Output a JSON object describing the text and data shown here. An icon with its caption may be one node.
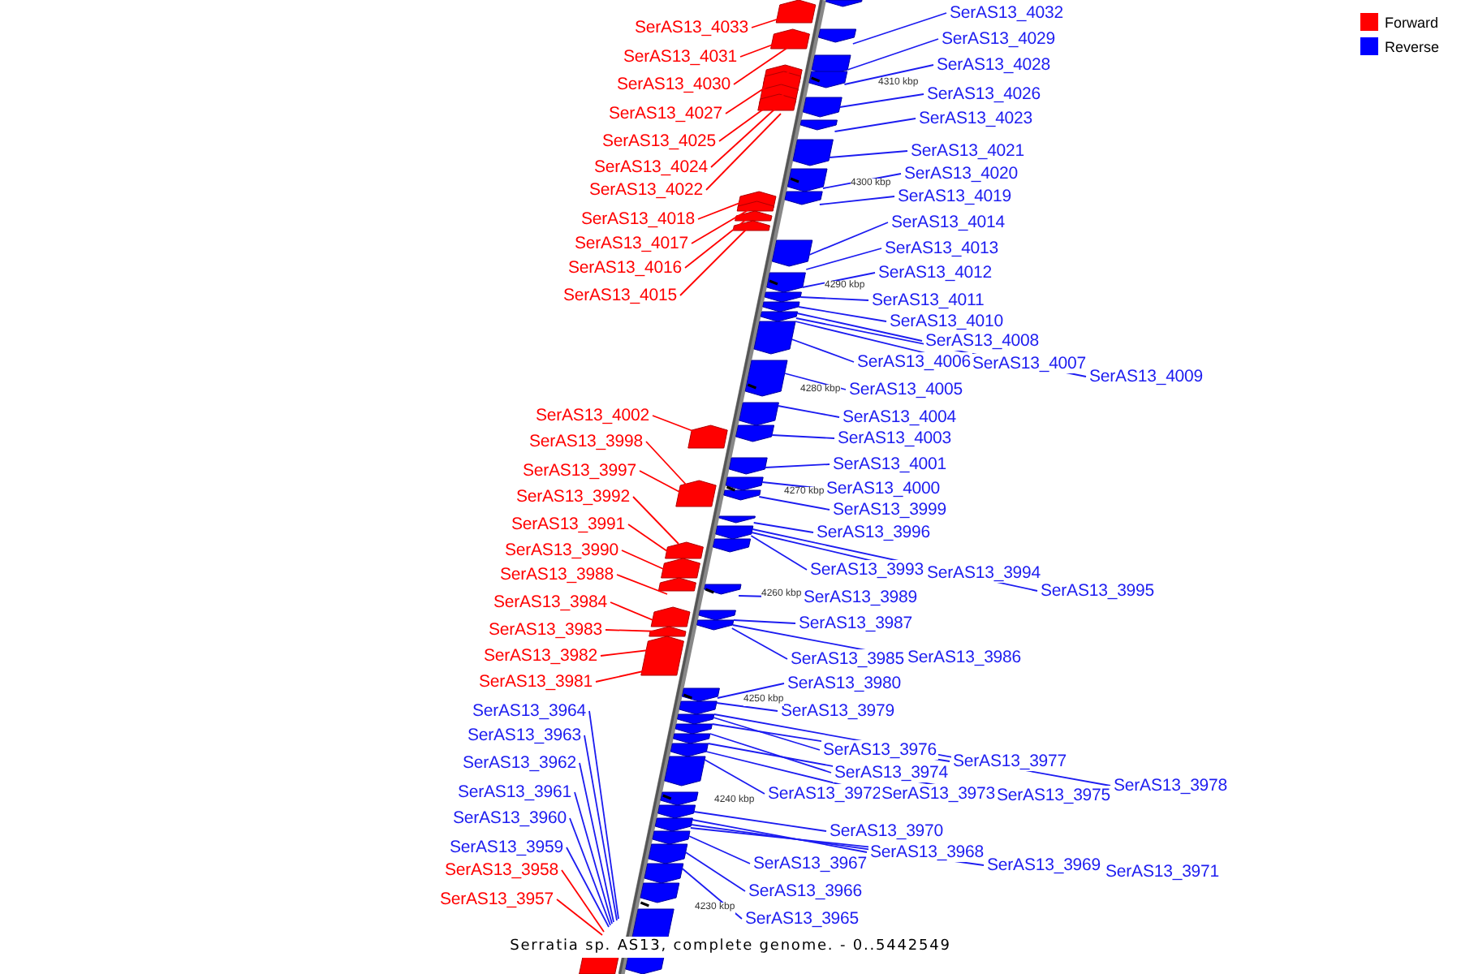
{
  "diagram": {
    "caption": "Serratia sp. AS13, complete genome. - 0..5442549",
    "nodes": [
      {
        "text": [
          "SerAS13_4033"
        ]
      },
      {
        "text": [
          "SerAS13_4031"
        ]
      },
      {
        "text": [
          "SerAS13_4030"
        ]
      },
      {
        "text": [
          "SerAS13_4027"
        ]
      },
      {
        "text": [
          "SerAS13_4025"
        ]
      },
      {
        "text": [
          "SerAS13_4024"
        ]
      },
      {
        "text": [
          "SerAS13_4022"
        ]
      },
      {
        "text": [
          "SerAS13_4018"
        ]
      },
      {
        "text": [
          "SerAS13_4017"
        ]
      },
      {
        "text": [
          "SerAS13_4016"
        ]
      },
      {
        "text": [
          "SerAS13_4015"
        ]
      },
      {
        "text": [
          "SerAS13_4002"
        ]
      },
      {
        "text": [
          "SerAS13_3998"
        ]
      },
      {
        "text": [
          "SerAS13_3997"
        ]
      },
      {
        "text": [
          "SerAS13_3992"
        ]
      },
      {
        "text": [
          "SerAS13_3991"
        ]
      },
      {
        "text": [
          "SerAS13_3990"
        ]
      },
      {
        "text": [
          "SerAS13_3988"
        ]
      },
      {
        "text": [
          "SerAS13_3984"
        ]
      },
      {
        "text": [
          "SerAS13_3983"
        ]
      },
      {
        "text": [
          "SerAS13_3982"
        ]
      },
      {
        "text": [
          "SerAS13_3981"
        ]
      },
      {
        "text": [
          "SerAS13_3964"
        ]
      },
      {
        "text": [
          "SerAS13_3963"
        ]
      },
      {
        "text": [
          "SerAS13_3962"
        ]
      },
      {
        "text": [
          "SerAS13_3961"
        ]
      },
      {
        "text": [
          "SerAS13_3960"
        ]
      },
      {
        "text": [
          "SerAS13_3959"
        ]
      },
      {
        "text": [
          "SerAS13_3958"
        ]
      },
      {
        "text": [
          "SerAS13_3957"
        ]
      },
      {
        "text": [
          "SerAS13_4032"
        ]
      },
      {
        "text": [
          "SerAS13_4029"
        ]
      },
      {
        "text": [
          "SerAS13_4028"
        ]
      },
      {
        "text": [
          "SerAS13_4026"
        ]
      },
      {
        "text": [
          "SerAS13_4023"
        ]
      },
      {
        "text": [
          "SerAS13_4021"
        ]
      },
      {
        "text": [
          "SerAS13_4020"
        ]
      },
      {
        "text": [
          "SerAS13_4019"
        ]
      },
      {
        "text": [
          "SerAS13_4014"
        ]
      },
      {
        "text": [
          "SerAS13_4013"
        ]
      },
      {
        "text": [
          "SerAS13_4012"
        ]
      },
      {
        "text": [
          "SerAS13_4011"
        ]
      },
      {
        "text": [
          "SerAS13_4010"
        ]
      },
      {
        "text": [
          "SerAS13_4008"
        ]
      },
      {
        "text": [
          "SerAS13_4006"
        ]
      },
      {
        "text": [
          "SerAS13_4007"
        ]
      },
      {
        "text": [
          "SerAS13_4009"
        ]
      },
      {
        "text": [
          "SerAS13_4005"
        ]
      },
      {
        "text": [
          "SerAS13_4004"
        ]
      },
      {
        "text": [
          "SerAS13_4003"
        ]
      },
      {
        "text": [
          "SerAS13_4001"
        ]
      },
      {
        "text": [
          "SerAS13_4000"
        ]
      },
      {
        "text": [
          "SerAS13_3999"
        ]
      },
      {
        "text": [
          "SerAS13_3996"
        ]
      },
      {
        "text": [
          "SerAS13_3993"
        ]
      },
      {
        "text": [
          "SerAS13_3994"
        ]
      },
      {
        "text": [
          "SerAS13_3995"
        ]
      },
      {
        "text": [
          "SerAS13_3989"
        ]
      },
      {
        "text": [
          "SerAS13_3987"
        ]
      },
      {
        "text": [
          "SerAS13_3985"
        ]
      },
      {
        "text": [
          "SerAS13_3986"
        ]
      },
      {
        "text": [
          "SerAS13_3980"
        ]
      },
      {
        "text": [
          "SerAS13_3979"
        ]
      },
      {
        "text": [
          "SerAS13_3976"
        ]
      },
      {
        "text": [
          "SerAS13_3977"
        ]
      },
      {
        "text": [
          "SerAS13_3974"
        ]
      },
      {
        "text": [
          "SerAS13_3978"
        ]
      },
      {
        "text": [
          "SerAS13_3972"
        ]
      },
      {
        "text": [
          "SerAS13_3973"
        ]
      },
      {
        "text": [
          "SerAS13_3975"
        ]
      },
      {
        "text": [
          "SerAS13_3970"
        ]
      },
      {
        "text": [
          "SerAS13_3968"
        ]
      },
      {
        "text": [
          "SerAS13_3969"
        ]
      },
      {
        "text": [
          "SerAS13_3971"
        ]
      },
      {
        "text": [
          "SerAS13_3967"
        ]
      },
      {
        "text": [
          "SerAS13_3966"
        ]
      },
      {
        "text": [
          "SerAS13_3965"
        ]
      }
    ],
    "edges": [
      {
        "from": 0,
        "to": null,
        "arrow": "none",
        "color": "#ff0000"
      },
      {
        "from": 1,
        "to": null,
        "arrow": "none",
        "color": "#ff0000"
      },
      {
        "from": 2,
        "to": null,
        "arrow": "none",
        "color": "#ff0000"
      },
      {
        "from": 3,
        "to": null,
        "arrow": "none",
        "color": "#ff0000"
      },
      {
        "from": 4,
        "to": null,
        "arrow": "none",
        "color": "#ff0000"
      },
      {
        "from": 5,
        "to": null,
        "arrow": "none",
        "color": "#ff0000"
      },
      {
        "from": 6,
        "to": null,
        "arrow": "none",
        "color": "#ff0000"
      },
      {
        "from": 7,
        "to": null,
        "arrow": "none",
        "color": "#ff0000"
      },
      {
        "from": 8,
        "to": null,
        "arrow": "none",
        "color": "#ff0000"
      },
      {
        "from": 9,
        "to": null,
        "arrow": "none",
        "color": "#ff0000"
      },
      {
        "from": 10,
        "to": null,
        "arrow": "none",
        "color": "#ff0000"
      },
      {
        "from": 11,
        "to": null,
        "arrow": "none",
        "color": "#ff0000"
      },
      {
        "from": 12,
        "to": null,
        "arrow": "none",
        "color": "#ff0000"
      },
      {
        "from": 13,
        "to": null,
        "arrow": "none",
        "color": "#ff0000"
      },
      {
        "from": 14,
        "to": null,
        "arrow": "none",
        "color": "#ff0000"
      },
      {
        "from": 15,
        "to": null,
        "arrow": "none",
        "color": "#ff0000"
      },
      {
        "from": 16,
        "to": null,
        "arrow": "none",
        "color": "#ff0000"
      },
      {
        "from": 17,
        "to": null,
        "arrow": "none",
        "color": "#ff0000"
      },
      {
        "from": 18,
        "to": null,
        "arrow": "none",
        "color": "#ff0000"
      },
      {
        "from": 19,
        "to": null,
        "arrow": "none",
        "color": "#ff0000"
      },
      {
        "from": 20,
        "to": null,
        "arrow": "none",
        "color": "#ff0000"
      },
      {
        "from": 21,
        "to": null,
        "arrow": "none",
        "color": "#ff0000"
      },
      {
        "from": 22,
        "to": null,
        "arrow": "none"
      },
      {
        "from": 23,
        "to": null,
        "arrow": "none"
      },
      {
        "from": 24,
        "to": null,
        "arrow": "none"
      },
      {
        "from": 25,
        "to": null,
        "arrow": "none"
      },
      {
        "from": 26,
        "to": null,
        "arrow": "none"
      },
      {
        "from": 27,
        "to": null,
        "arrow": "none"
      },
      {
        "from": 28,
        "to": null,
        "arrow": "none",
        "color": "#ff0000"
      },
      {
        "from": 29,
        "to": null,
        "arrow": "none",
        "color": "#ff0000"
      },
      {
        "from": 30,
        "to": null,
        "arrow": "none"
      },
      {
        "from": 31,
        "to": null,
        "arrow": "none"
      },
      {
        "from": 32,
        "to": null,
        "arrow": "none"
      },
      {
        "from": 33,
        "to": null,
        "arrow": "none"
      },
      {
        "from": 34,
        "to": null,
        "arrow": "none"
      },
      {
        "from": 35,
        "to": null,
        "arrow": "none"
      },
      {
        "from": 36,
        "to": null,
        "arrow": "none"
      },
      {
        "from": 37,
        "to": null,
        "arrow": "none"
      },
      {
        "from": 38,
        "to": null,
        "arrow": "none"
      },
      {
        "from": 39,
        "to": null,
        "arrow": "none"
      },
      {
        "from": 40,
        "to": null,
        "arrow": "none"
      },
      {
        "from": 41,
        "to": null,
        "arrow": "none"
      },
      {
        "from": 42,
        "to": null,
        "arrow": "none"
      },
      {
        "from": 43,
        "to": null,
        "arrow": "none"
      },
      {
        "from": 44,
        "to": null,
        "arrow": "none"
      },
      {
        "from": 45,
        "to": null,
        "arrow": "none"
      },
      {
        "from": 46,
        "to": null,
        "arrow": "none"
      },
      {
        "from": 47,
        "to": null,
        "arrow": "none"
      },
      {
        "from": 48,
        "to": null,
        "arrow": "none"
      },
      {
        "from": 49,
        "to": null,
        "arrow": "none"
      },
      {
        "from": 50,
        "to": null,
        "arrow": "none"
      },
      {
        "from": 51,
        "to": null,
        "arrow": "none"
      },
      {
        "from": 52,
        "to": null,
        "arrow": "none"
      },
      {
        "from": 53,
        "to": null,
        "arrow": "none"
      },
      {
        "from": 54,
        "to": null,
        "arrow": "none"
      },
      {
        "from": 55,
        "to": null,
        "arrow": "none"
      },
      {
        "from": 56,
        "to": null,
        "arrow": "none"
      },
      {
        "from": 57,
        "to": null,
        "arrow": "none"
      },
      {
        "from": 58,
        "to": null,
        "arrow": "none"
      },
      {
        "from": 59,
        "to": null,
        "arrow": "none"
      },
      {
        "from": 60,
        "to": null,
        "arrow": "none"
      },
      {
        "from": 61,
        "to": null,
        "arrow": "none"
      },
      {
        "from": 62,
        "to": null,
        "arrow": "none"
      },
      {
        "from": 63,
        "to": null,
        "arrow": "none"
      },
      {
        "from": 64,
        "to": null,
        "arrow": "none"
      },
      {
        "from": 65,
        "to": null,
        "arrow": "none"
      },
      {
        "from": 66,
        "to": null,
        "arrow": "none"
      },
      {
        "from": 67,
        "to": null,
        "arrow": "none"
      },
      {
        "from": 68,
        "to": null,
        "arrow": "none"
      },
      {
        "from": 69,
        "to": null,
        "arrow": "none"
      },
      {
        "from": 70,
        "to": null,
        "arrow": "none"
      },
      {
        "from": 71,
        "to": null,
        "arrow": "none"
      },
      {
        "from": 72,
        "to": null,
        "arrow": "none"
      },
      {
        "from": 73,
        "to": null,
        "arrow": "none"
      },
      {
        "from": 74,
        "to": null,
        "arrow": "none"
      },
      {
        "from": 75,
        "to": null,
        "arrow": "none"
      },
      {
        "from": 76,
        "to": null,
        "arrow": "none"
      }
    ],
    "labels": [
      "4310 kbp",
      "4300 kbp",
      "4290 kbp",
      "4280 kbp",
      "4270 kbp",
      "4260 kbp",
      "4250 kbp",
      "4240 kbp",
      "4230 kbp"
    ],
    "legend": [
      {
        "text": "Forward",
        "color": "#ff0000"
      },
      {
        "text": "Reverse",
        "color": "#0000ff"
      }
    ]
  }
}
